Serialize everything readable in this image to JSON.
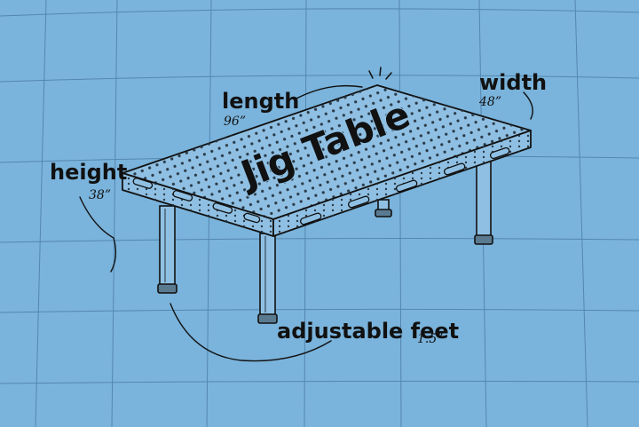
{
  "colors": {
    "background": "#7ab3db",
    "grid_line": "#4a7da6",
    "table_fill": "#8fc0e3",
    "outline": "#111111"
  },
  "title": "Jig Table",
  "dimensions": {
    "length": {
      "label": "length",
      "value": "96”"
    },
    "width": {
      "label": "width",
      "value": "48”"
    },
    "height": {
      "label": "height",
      "value": "38”"
    },
    "feet": {
      "label": "adjustable feet",
      "value": "1.5”"
    }
  }
}
